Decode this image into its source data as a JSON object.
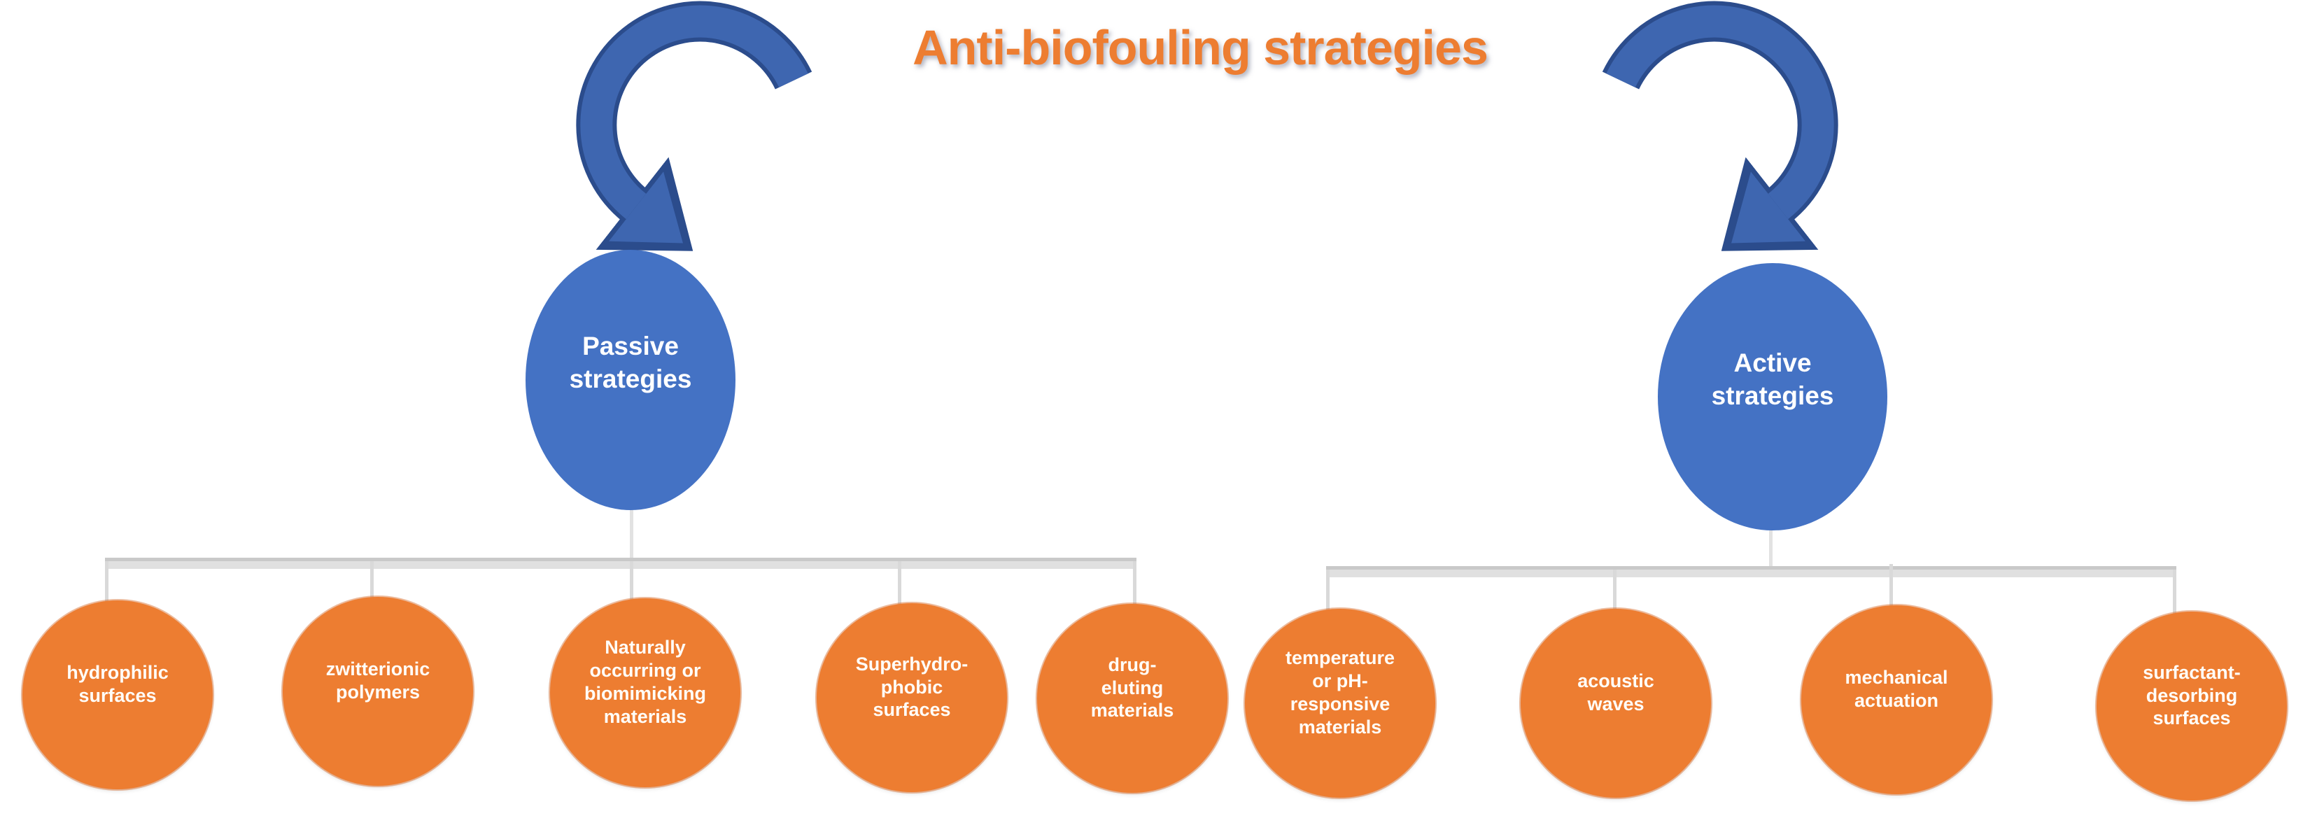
{
  "title": "Anti-biofouling strategies",
  "colors": {
    "title_orange": "#ED7D31",
    "node_orange": "#ED7D31",
    "node_blue": "#4472C4",
    "arrow_blue": "#3E66B0",
    "arrow_outline": "#2B4C8C",
    "connector_gray": "#D9D9D9"
  },
  "passive": {
    "label": "Passive\nstrategies",
    "children": [
      "hydrophilic\nsurfaces",
      "zwitterionic\npolymers",
      "Naturally\noccurring or\nbiomimicking\nmaterials",
      "Superhydro-\nphobic\nsurfaces",
      "drug-\neluting\nmaterials"
    ]
  },
  "active": {
    "label": "Active\nstrategies",
    "children": [
      "temperature\nor pH-\nresponsive\nmaterials",
      "acoustic\nwaves",
      "mechanical\nactuation",
      "surfactant-\ndesorbing\nsurfaces"
    ]
  }
}
